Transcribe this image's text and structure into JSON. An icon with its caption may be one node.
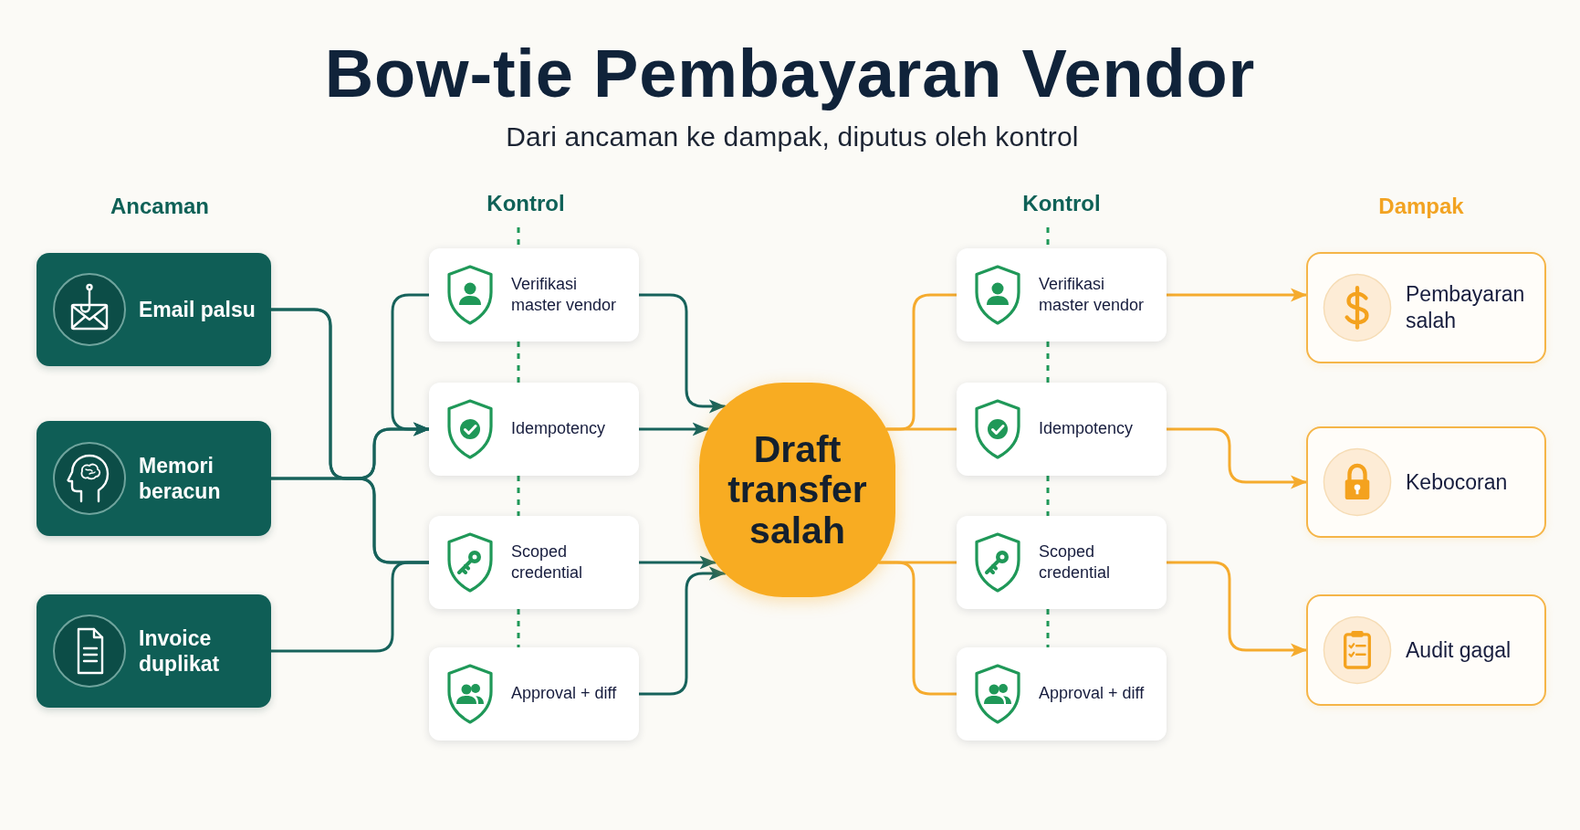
{
  "diagram": {
    "title": "Bow-tie Pembayaran Vendor",
    "nodes": [
      {
        "text": [
          "Email palsu"
        ]
      },
      {
        "text": [
          "Memori beracun"
        ]
      },
      {
        "text": [
          "Invoice duplikat"
        ]
      },
      {
        "text": [
          "Verifikasi master vendor"
        ]
      },
      {
        "text": [
          "Idempotency"
        ]
      },
      {
        "text": [
          "Scoped credential"
        ]
      },
      {
        "text": [
          "Approval + diff"
        ]
      },
      {
        "text": [
          "Draft transfer salah"
        ]
      },
      {
        "text": [
          "Verifikasi master vendor"
        ]
      },
      {
        "text": [
          "Idempotency"
        ]
      },
      {
        "text": [
          "Scoped credential"
        ]
      },
      {
        "text": [
          "Approval + diff"
        ]
      },
      {
        "text": [
          "Pembayaran salah"
        ]
      },
      {
        "text": [
          "Kebocoran"
        ]
      },
      {
        "text": [
          "Audit gagal"
        ]
      }
    ],
    "edges": [
      {
        "from": 0,
        "to": 4,
        "arrow": "to"
      },
      {
        "from": 0,
        "to": 5,
        "arrow": "none"
      },
      {
        "from": 1,
        "to": 4,
        "arrow": "to"
      },
      {
        "from": 1,
        "to": 5,
        "arrow": "none"
      },
      {
        "from": 2,
        "to": 5,
        "arrow": "none"
      },
      {
        "from": 3,
        "to": 4,
        "arrow": "to"
      },
      {
        "from": 3,
        "to": 7,
        "arrow": "to"
      },
      {
        "from": 4,
        "to": 7,
        "arrow": "to"
      },
      {
        "from": 5,
        "to": 7,
        "arrow": "to"
      },
      {
        "from": 6,
        "to": 7,
        "arrow": "to"
      },
      {
        "from": 7,
        "to": 8,
        "arrow": "none",
        "color": "#f5ab2e"
      },
      {
        "from": 7,
        "to": 9,
        "arrow": "none",
        "color": "#f5ab2e"
      },
      {
        "from": 7,
        "to": 10,
        "arrow": "none",
        "color": "#f5ab2e"
      },
      {
        "from": 7,
        "to": 11,
        "arrow": "none",
        "color": "#f5ab2e"
      },
      {
        "from": 8,
        "to": 12,
        "arrow": "to",
        "color": "#f5ab2e"
      },
      {
        "from": 9,
        "to": 13,
        "arrow": "to",
        "color": "#f5ab2e"
      },
      {
        "from": 10,
        "to": 14,
        "arrow": "to",
        "color": "#f5ab2e"
      }
    ],
    "labels": [
      "Dari ancaman ke dampak, diputus oleh kontrol",
      "Ancaman",
      "Kontrol",
      "Kontrol",
      "Dampak"
    ]
  }
}
